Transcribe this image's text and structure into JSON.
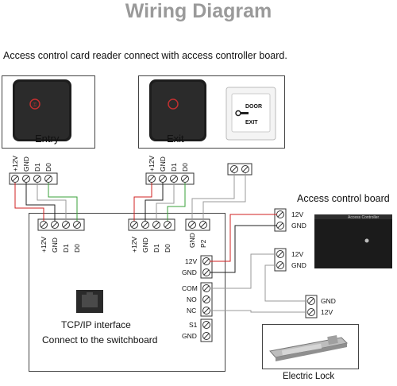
{
  "title": "Wiring Diagram",
  "subtitle": "Access control card reader connect with access controller board.",
  "entry_label": "Entry",
  "exit_label": "Exit",
  "exit_button": {
    "line1": "DOOR",
    "line2": "EXIT"
  },
  "reader_terminal_pins": [
    "+12V",
    "GND",
    "D1",
    "D0"
  ],
  "main_board": {
    "reader_ports": [
      "+12V",
      "GND",
      "D1",
      "D0"
    ],
    "button_port": [
      "GND",
      "P2"
    ],
    "power_pins": [
      "12V",
      "GND"
    ],
    "relay_pins": [
      "COM",
      "NO",
      "NC"
    ],
    "sensor_pins": [
      "S1",
      "GND"
    ],
    "tcpip_line1": "TCP/IP interface",
    "tcpip_line2": "Connect to the switchboard"
  },
  "access_board": {
    "label": "Access control board",
    "panel_text": "Access Controller",
    "pins_top": [
      "12V",
      "GND"
    ],
    "pins_mid": [
      "12V",
      "GND"
    ]
  },
  "lock": {
    "pins": [
      "GND",
      "12V"
    ],
    "label": "Electric Lock"
  },
  "colors": {
    "red_wire": "#d02020",
    "green_wire": "#3aa23a",
    "black_wire": "#222222",
    "gray_wire": "#999999",
    "title": "#9a9a9a"
  }
}
